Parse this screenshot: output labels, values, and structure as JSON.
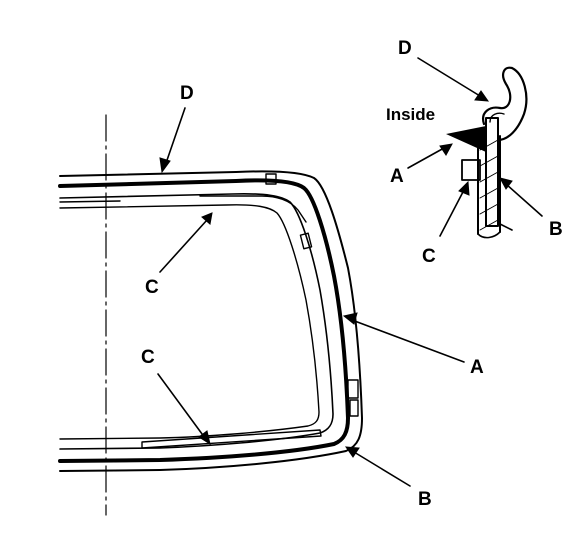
{
  "labels": {
    "d_main": "D",
    "c_upper": "C",
    "c_lower": "C",
    "a_main": "A",
    "b_main": "B",
    "d_detail": "D",
    "inside": "Inside",
    "a_detail": "A",
    "c_detail": "C",
    "b_detail": "B"
  },
  "colors": {
    "ink": "#000000",
    "paper": "#ffffff"
  }
}
